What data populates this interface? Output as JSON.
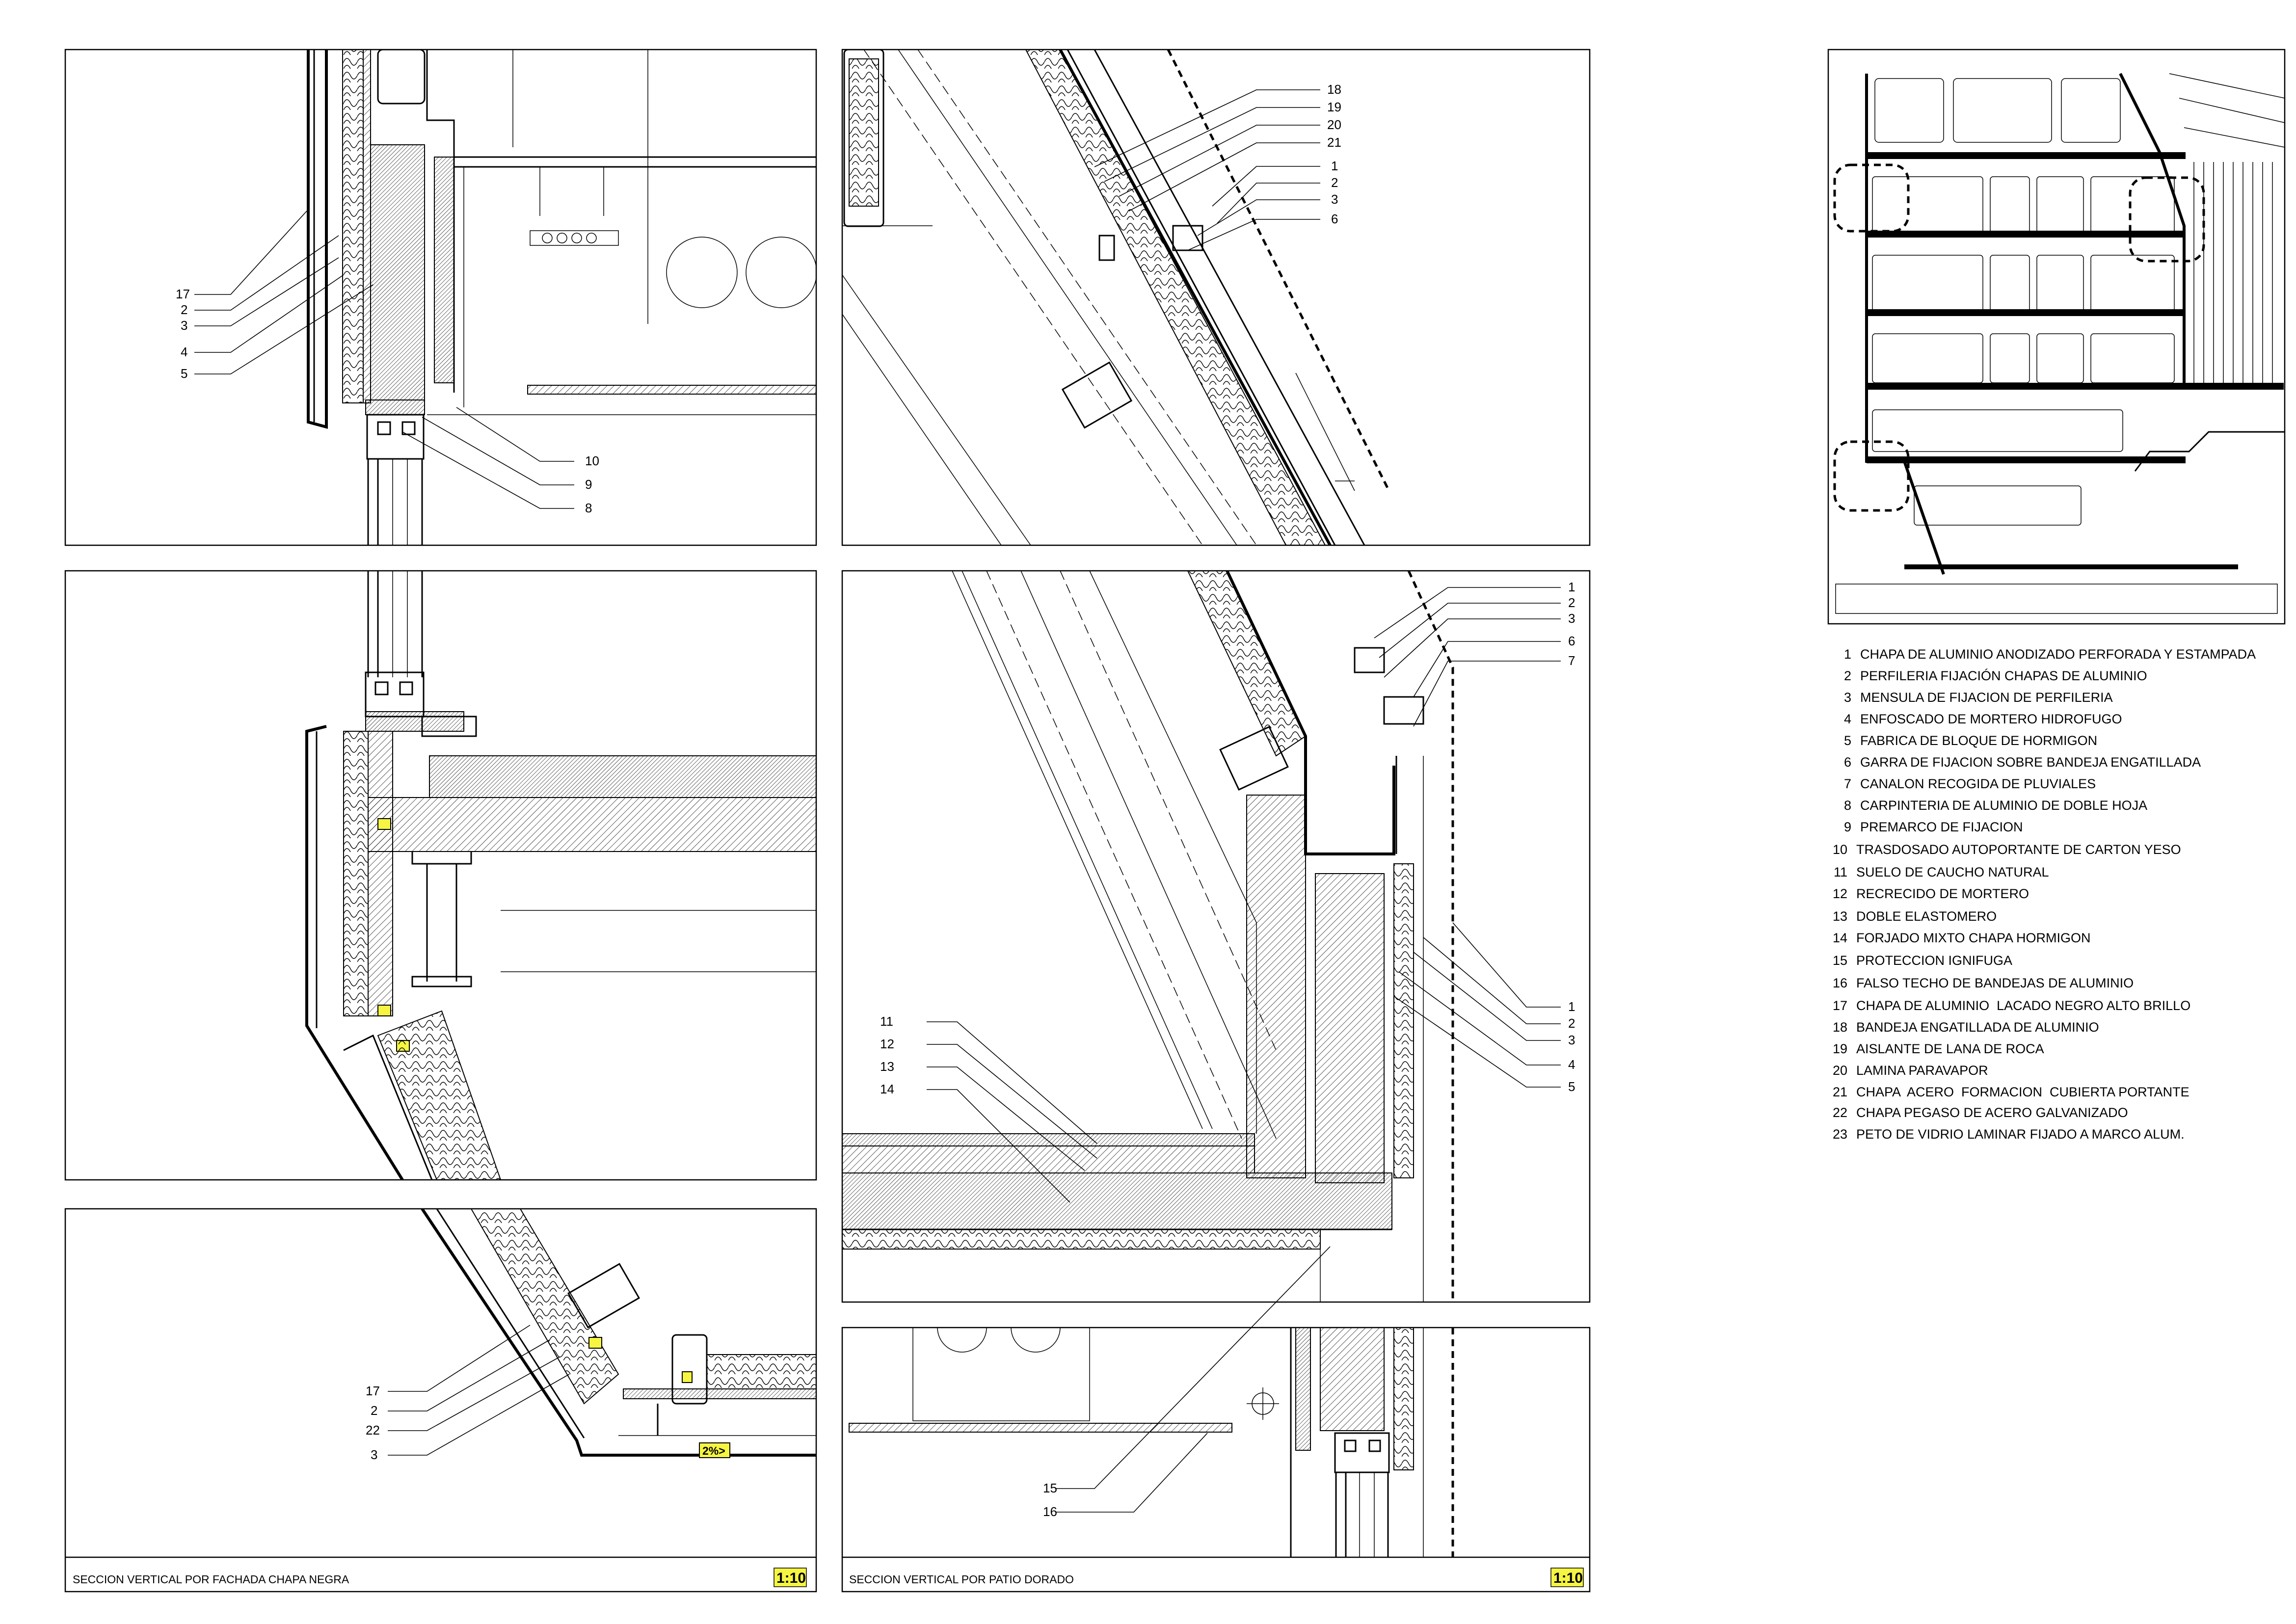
{
  "panels": {
    "left_title": "SECCION VERTICAL POR FACHADA CHAPA NEGRA",
    "left_scale": "1:10",
    "right_title": "SECCION VERTICAL POR PATIO DORADO",
    "right_scale": "1:10"
  },
  "detail_a_callouts": [
    "17",
    "2",
    "3",
    "4",
    "5",
    "10",
    "9",
    "8"
  ],
  "detail_c_callouts": [
    "17",
    "2",
    "22",
    "3"
  ],
  "detail_c_slope": "2%>",
  "detail_d_callouts": [
    "18",
    "19",
    "20",
    "21",
    "1",
    "2",
    "3",
    "6"
  ],
  "detail_e_callouts_top": [
    "1",
    "2",
    "3",
    "6",
    "7"
  ],
  "detail_e_callouts_left": [
    "11",
    "12",
    "13",
    "14"
  ],
  "detail_e_callouts_right": [
    "1",
    "2",
    "3",
    "4",
    "5"
  ],
  "detail_f_callouts": [
    "15",
    "16"
  ],
  "legend": [
    {
      "num": "1",
      "text": "CHAPA DE ALUMINIO ANODIZADO PERFORADA Y ESTAMPADA"
    },
    {
      "num": "2",
      "text": "PERFILERIA FIJACIÓN CHAPAS DE ALUMINIO"
    },
    {
      "num": "3",
      "text": "MENSULA DE FIJACION DE PERFILERIA"
    },
    {
      "num": "4",
      "text": "ENFOSCADO DE MORTERO HIDROFUGO"
    },
    {
      "num": "5",
      "text": "FABRICA DE BLOQUE DE HORMIGON"
    },
    {
      "num": "6",
      "text": "GARRA DE FIJACION SOBRE BANDEJA ENGATILLADA"
    },
    {
      "num": "7",
      "text": "CANALON RECOGIDA DE PLUVIALES"
    },
    {
      "num": "8",
      "text": "CARPINTERIA DE ALUMINIO DE DOBLE HOJA"
    },
    {
      "num": "9",
      "text": "PREMARCO DE FIJACION"
    },
    {
      "num": "10",
      "text": "TRASDOSADO AUTOPORTANTE DE CARTON YESO"
    },
    {
      "num": "11",
      "text": "SUELO DE CAUCHO NATURAL"
    },
    {
      "num": "12",
      "text": "RECRECIDO DE MORTERO"
    },
    {
      "num": "13",
      "text": "DOBLE ELASTOMERO"
    },
    {
      "num": "14",
      "text": "FORJADO MIXTO CHAPA HORMIGON"
    },
    {
      "num": "15",
      "text": "PROTECCION IGNIFUGA"
    },
    {
      "num": "16",
      "text": "FALSO TECHO DE BANDEJAS DE ALUMINIO"
    },
    {
      "num": "17",
      "text": "CHAPA DE ALUMINIO  LACADO NEGRO ALTO BRILLO"
    },
    {
      "num": "18",
      "text": "BANDEJA ENGATILLADA DE ALUMINIO"
    },
    {
      "num": "19",
      "text": "AISLANTE DE LANA DE ROCA"
    },
    {
      "num": "20",
      "text": "LAMINA PARAVAPOR"
    },
    {
      "num": "21",
      "text": "CHAPA  ACERO  FORMACION  CUBIERTA PORTANTE"
    },
    {
      "num": "22",
      "text": "CHAPA PEGASO DE ACERO GALVANIZADO"
    },
    {
      "num": "23",
      "text": "PETO DE VIDRIO LAMINAR FIJADO A MARCO ALUM."
    }
  ],
  "colors": {
    "highlight": "#f5f542",
    "ink": "#000000"
  }
}
